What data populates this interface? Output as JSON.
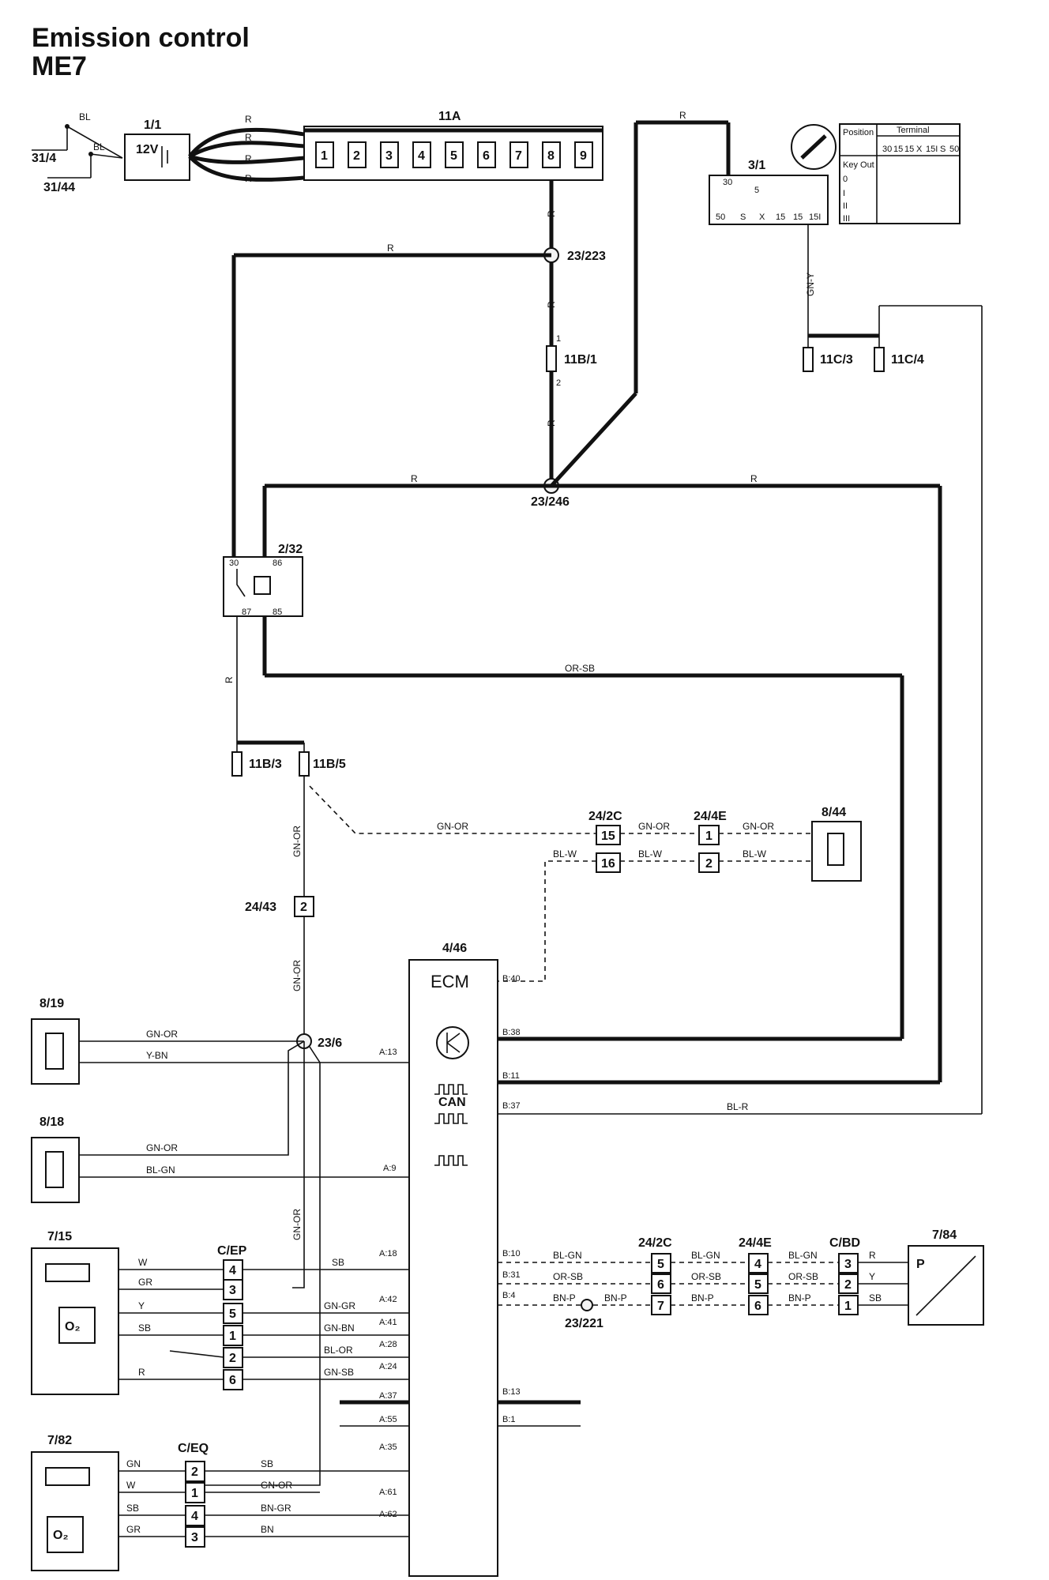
{
  "title": {
    "line1": "Emission control",
    "line2": "ME7"
  },
  "components": {
    "battery": {
      "id": "1/1",
      "voltage": "12V"
    },
    "fusebox": {
      "id": "11A",
      "slots": [
        "1",
        "2",
        "3",
        "4",
        "5",
        "6",
        "7",
        "8",
        "9"
      ]
    },
    "ignition_switch": {
      "id": "3/1",
      "pins_top": "30",
      "pins_mid": "5",
      "pins_bottom": [
        "50",
        "S",
        "X",
        "15",
        "15",
        "15I"
      ],
      "table_headers": [
        "Position",
        "Terminal"
      ],
      "table_terminals": [
        "30",
        "15",
        "15",
        "X",
        "15I",
        "S",
        "50"
      ],
      "table_rows": [
        "Key Out",
        "0",
        "I",
        "II",
        "III"
      ]
    },
    "ground_a": "31/4",
    "ground_b": "31/44",
    "splice_a": "23/223",
    "splice_b": "23/246",
    "splice_c": "23/6",
    "splice_d": "23/221",
    "fuse_b1": "11B/1",
    "fuse_b3": "11B/3",
    "fuse_b5": "11B/5",
    "fuse_c3": "11C/3",
    "fuse_c4": "11C/4",
    "relay": {
      "id": "2/32",
      "pins": [
        "30",
        "86",
        "87",
        "85"
      ]
    },
    "conn_24_2c": "24/2C",
    "conn_24_4e": "24/4E",
    "conn_24_43": "24/43",
    "sensor_8_44": "8/44",
    "sensor_8_19": "8/19",
    "sensor_8_18": "8/18",
    "sensor_7_15": "7/15",
    "sensor_7_82": "7/82",
    "sensor_7_84": "7/84",
    "ecm": {
      "id": "4/46",
      "label": "ECM",
      "can": "CAN"
    },
    "conn_cep": "C/EP",
    "conn_ceq": "C/EQ",
    "conn_cbd": "C/BD"
  },
  "wires": {
    "R": "R",
    "BL": "BL",
    "GN_Y": "GN-Y",
    "OR_SB": "OR-SB",
    "GN_OR": "GN-OR",
    "BL_W": "BL-W",
    "Y_BN": "Y-BN",
    "BL_GN": "BL-GN",
    "BL_R": "BL-R",
    "W": "W",
    "GR": "GR",
    "Y": "Y",
    "SB": "SB",
    "GN": "GN",
    "GN_GR": "GN-GR",
    "GN_BN": "GN-BN",
    "BL_OR": "BL-OR",
    "GN_SB": "GN-SB",
    "BN_GR": "BN-GR",
    "BN": "BN",
    "BN_P": "BN-P"
  },
  "ecm_pins": {
    "B40": "B:40",
    "B38": "B:38",
    "B11": "B:11",
    "B37": "B:37",
    "B10": "B:10",
    "B31": "B:31",
    "B4": "B:4",
    "B13": "B:13",
    "B1": "B:1",
    "A13": "A:13",
    "A9": "A:9",
    "A18": "A:18",
    "A42": "A:42",
    "A41": "A:41",
    "A28": "A:28",
    "A24": "A:24",
    "A37": "A:37",
    "A55": "A:55",
    "A35": "A:35",
    "A61": "A:61",
    "A62": "A:62"
  }
}
